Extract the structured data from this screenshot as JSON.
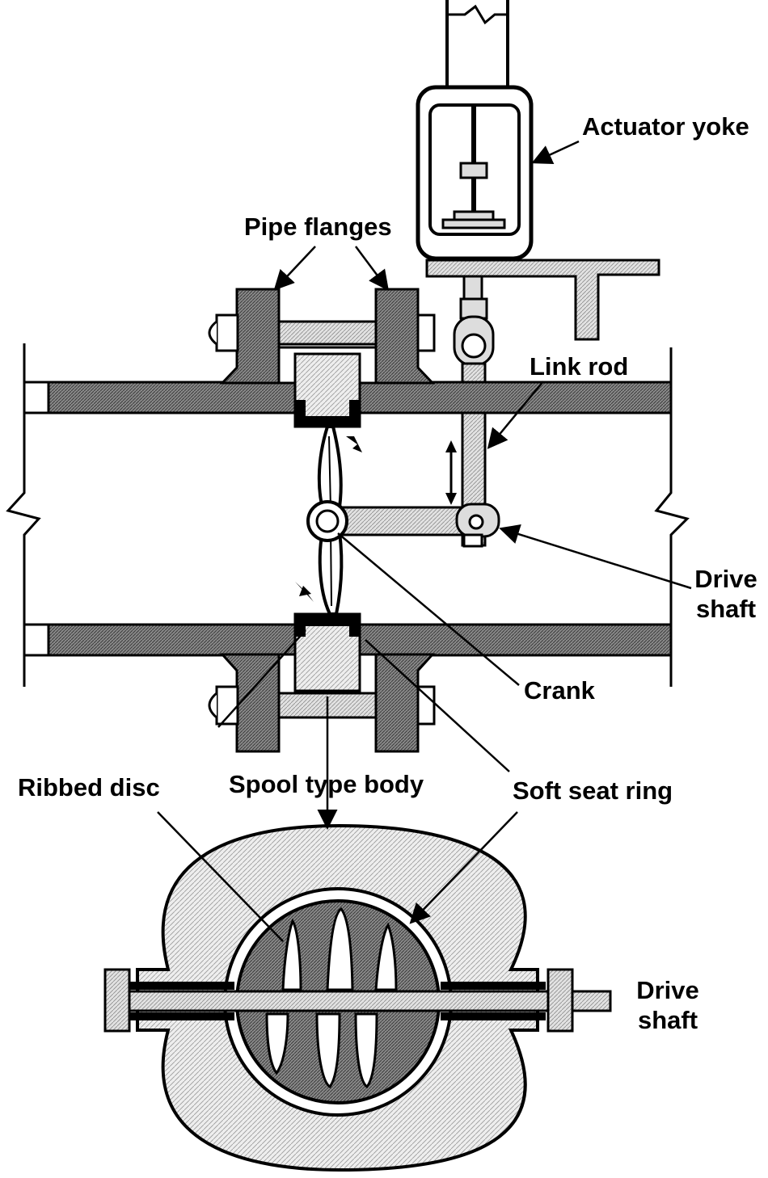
{
  "labels": {
    "actuator_yoke": "Actuator yoke",
    "pipe_flanges": "Pipe flanges",
    "link_rod": "Link rod",
    "drive_shaft_top_1": "Drive",
    "drive_shaft_top_2": "shaft",
    "crank": "Crank",
    "ribbed_disc": "Ribbed disc",
    "spool_type_body": "Spool type body",
    "soft_seat_ring": "Soft seat ring",
    "drive_shaft_bottom_1": "Drive",
    "drive_shaft_bottom_2": "shaft"
  },
  "colors": {
    "ink": "#000000",
    "hatch_dark": "#7a7a7a",
    "hatch_light": "#c8c8c8",
    "background": "#ffffff"
  }
}
